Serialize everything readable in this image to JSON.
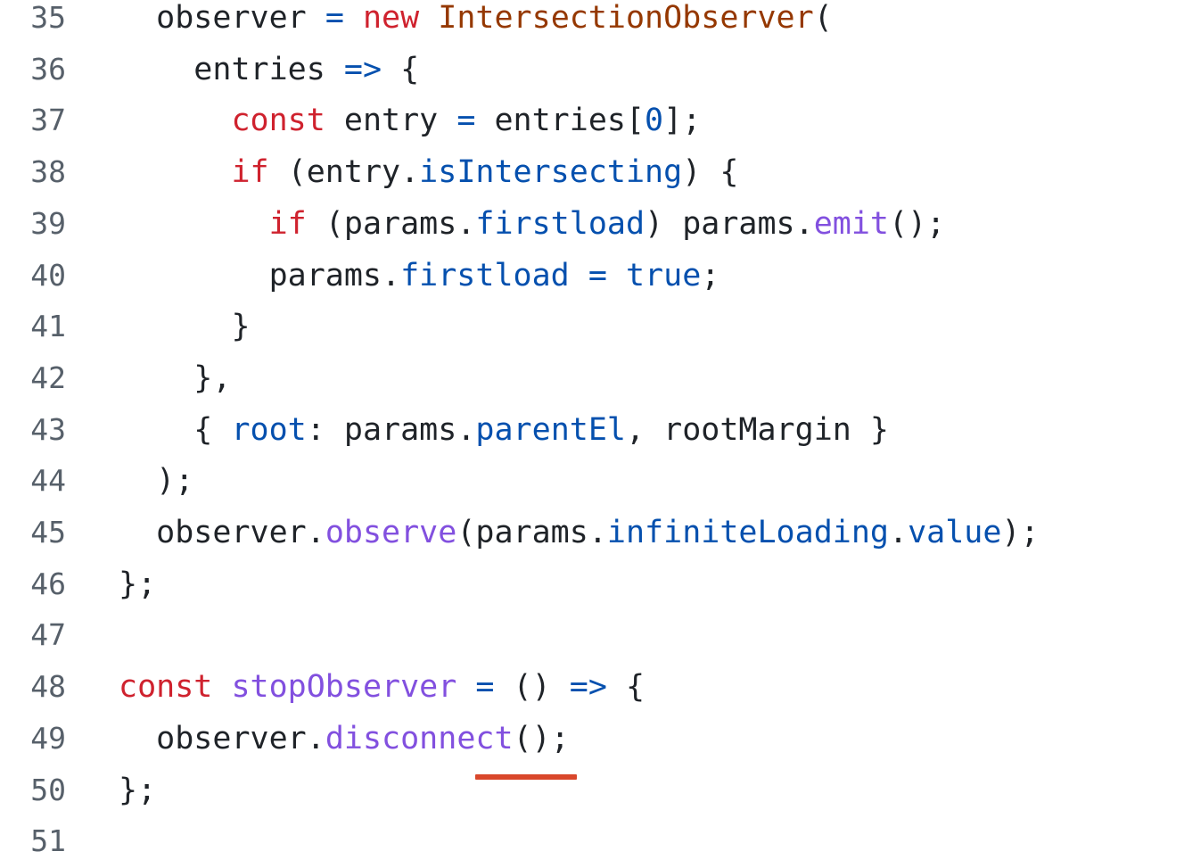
{
  "colors": {
    "keyword": "#cf222e",
    "function": "#8250df",
    "class": "#953800",
    "constant": "#0550ae",
    "text": "#1f2328",
    "line_number": "#57606a",
    "error_underline": "#d9472b"
  },
  "lines": [
    {
      "number": "35",
      "indent": "  ",
      "tokens": [
        {
          "text": "observer",
          "kind": "plain"
        },
        {
          "text": " ",
          "kind": "plain"
        },
        {
          "text": "=",
          "kind": "op"
        },
        {
          "text": " ",
          "kind": "plain"
        },
        {
          "text": "new",
          "kind": "kw"
        },
        {
          "text": " ",
          "kind": "plain"
        },
        {
          "text": "IntersectionObserver",
          "kind": "cls"
        },
        {
          "text": "(",
          "kind": "plain"
        }
      ]
    },
    {
      "number": "36",
      "indent": "    ",
      "tokens": [
        {
          "text": "entries",
          "kind": "plain"
        },
        {
          "text": " ",
          "kind": "plain"
        },
        {
          "text": "=>",
          "kind": "op"
        },
        {
          "text": " {",
          "kind": "plain"
        }
      ]
    },
    {
      "number": "37",
      "indent": "      ",
      "tokens": [
        {
          "text": "const",
          "kind": "kw"
        },
        {
          "text": " entry ",
          "kind": "plain"
        },
        {
          "text": "=",
          "kind": "op"
        },
        {
          "text": " entries[",
          "kind": "plain"
        },
        {
          "text": "0",
          "kind": "c"
        },
        {
          "text": "];",
          "kind": "plain"
        }
      ]
    },
    {
      "number": "38",
      "indent": "      ",
      "tokens": [
        {
          "text": "if",
          "kind": "kw"
        },
        {
          "text": " (entry.",
          "kind": "plain"
        },
        {
          "text": "isIntersecting",
          "kind": "c"
        },
        {
          "text": ") {",
          "kind": "plain"
        }
      ]
    },
    {
      "number": "39",
      "indent": "        ",
      "tokens": [
        {
          "text": "if",
          "kind": "kw"
        },
        {
          "text": " (params.",
          "kind": "plain"
        },
        {
          "text": "firstload",
          "kind": "c"
        },
        {
          "text": ") params.",
          "kind": "plain"
        },
        {
          "text": "emit",
          "kind": "fn"
        },
        {
          "text": "();",
          "kind": "plain"
        }
      ]
    },
    {
      "number": "40",
      "indent": "        ",
      "tokens": [
        {
          "text": "params.",
          "kind": "plain"
        },
        {
          "text": "firstload",
          "kind": "c"
        },
        {
          "text": " ",
          "kind": "plain"
        },
        {
          "text": "=",
          "kind": "op"
        },
        {
          "text": " ",
          "kind": "plain"
        },
        {
          "text": "true",
          "kind": "c"
        },
        {
          "text": ";",
          "kind": "plain"
        }
      ]
    },
    {
      "number": "41",
      "indent": "      ",
      "tokens": [
        {
          "text": "}",
          "kind": "plain"
        }
      ]
    },
    {
      "number": "42",
      "indent": "    ",
      "tokens": [
        {
          "text": "},",
          "kind": "plain"
        }
      ]
    },
    {
      "number": "43",
      "indent": "    ",
      "tokens": [
        {
          "text": "{ ",
          "kind": "plain"
        },
        {
          "text": "root",
          "kind": "c"
        },
        {
          "text": ": params.",
          "kind": "plain"
        },
        {
          "text": "parentEl",
          "kind": "c"
        },
        {
          "text": ", rootMargin }",
          "kind": "plain"
        }
      ]
    },
    {
      "number": "44",
      "indent": "  ",
      "tokens": [
        {
          "text": ");",
          "kind": "plain"
        }
      ]
    },
    {
      "number": "45",
      "indent": "  ",
      "tokens": [
        {
          "text": "observer.",
          "kind": "plain"
        },
        {
          "text": "observe",
          "kind": "fn"
        },
        {
          "text": "(params.",
          "kind": "plain"
        },
        {
          "text": "infiniteLoading",
          "kind": "c"
        },
        {
          "text": ".",
          "kind": "plain"
        },
        {
          "text": "value",
          "kind": "c"
        },
        {
          "text": ");",
          "kind": "plain"
        }
      ]
    },
    {
      "number": "46",
      "indent": "",
      "tokens": [
        {
          "text": "};",
          "kind": "plain"
        }
      ]
    },
    {
      "number": "47",
      "indent": "",
      "tokens": []
    },
    {
      "number": "48",
      "indent": "",
      "tokens": [
        {
          "text": "const",
          "kind": "kw"
        },
        {
          "text": " ",
          "kind": "plain"
        },
        {
          "text": "stopObserver",
          "kind": "fn"
        },
        {
          "text": " ",
          "kind": "plain"
        },
        {
          "text": "=",
          "kind": "op"
        },
        {
          "text": " () ",
          "kind": "plain"
        },
        {
          "text": "=>",
          "kind": "op"
        },
        {
          "text": " {",
          "kind": "plain"
        }
      ]
    },
    {
      "number": "49",
      "indent": "  ",
      "tokens": [
        {
          "text": "observer.",
          "kind": "plain"
        },
        {
          "text": "disconnect",
          "kind": "fn"
        },
        {
          "text": "();",
          "kind": "plain"
        }
      ]
    },
    {
      "number": "50",
      "indent": "",
      "tokens": [
        {
          "text": "};",
          "kind": "plain"
        }
      ]
    },
    {
      "number": "51",
      "indent": "",
      "tokens": []
    }
  ]
}
